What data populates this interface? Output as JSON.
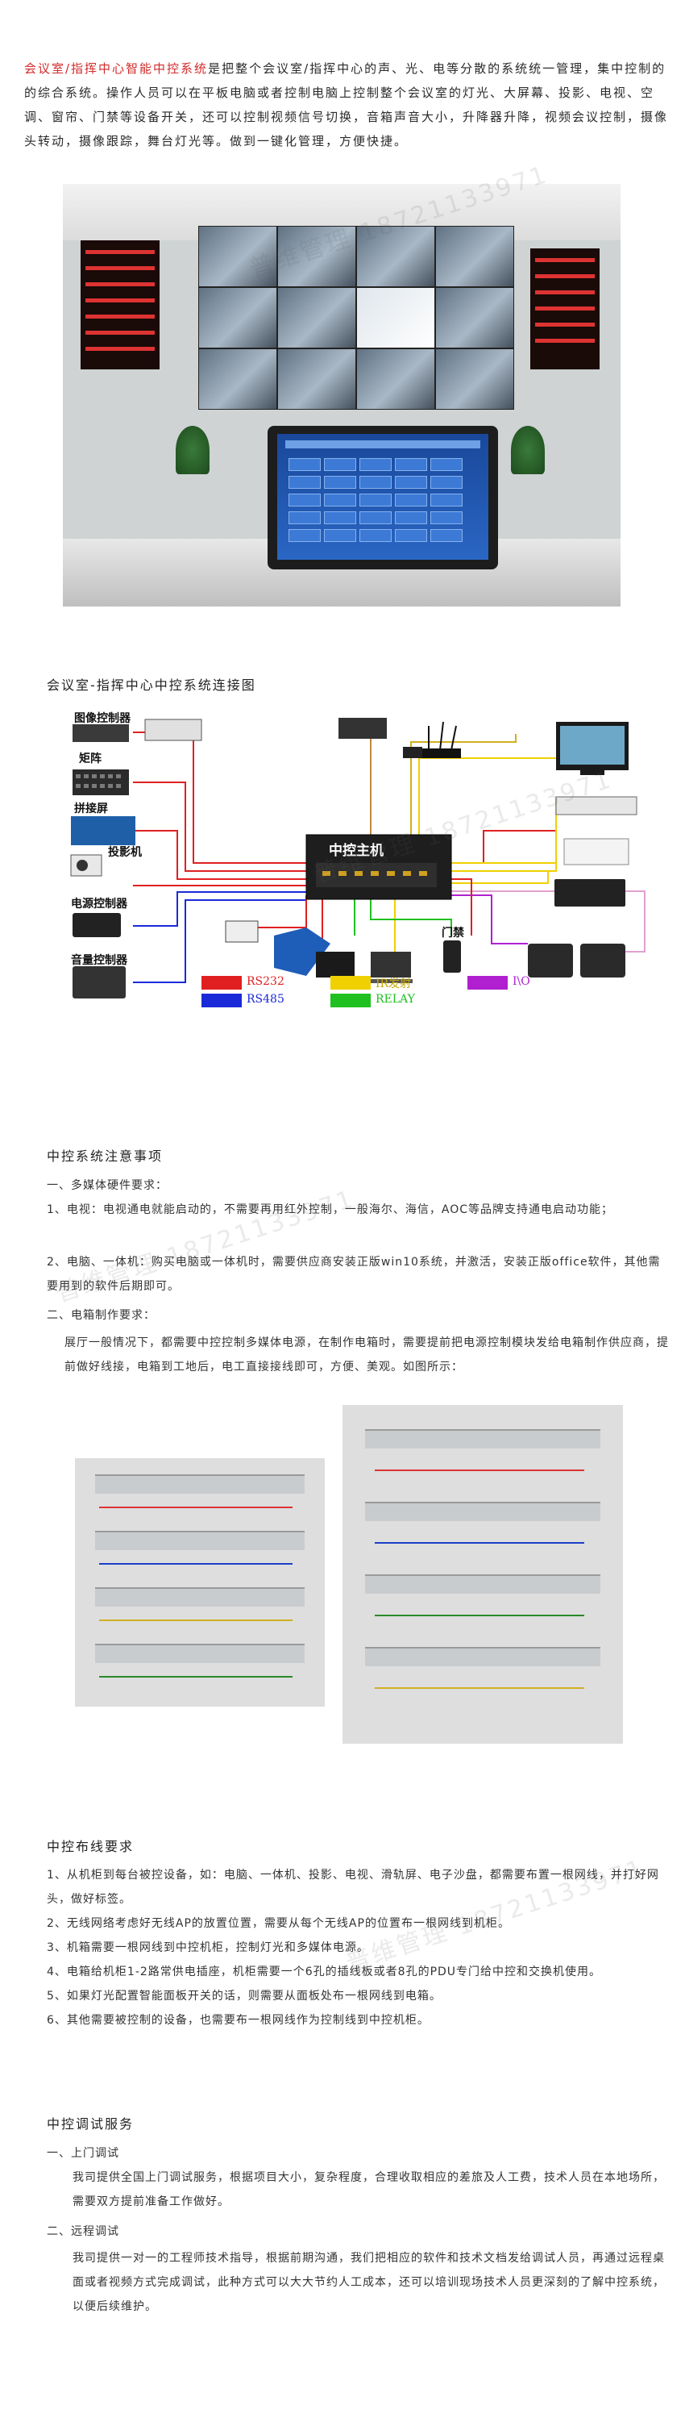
{
  "intro": {
    "highlight": "会议室/指挥中心智能中控系统",
    "body": "是把整个会议室/指挥中心的声、光、电等分散的系统统一管理，集中控制的的综合系统。操作人员可以在平板电脑或者控制电脑上控制整个会议室的灯光、大屏幕、投影、电视、空调、窗帘、门禁等设备开关，还可以控制视频信号切换，音箱声音大小，升降器升降，视频会议控制，摄像头转动，摄像跟踪，舞台灯光等。做到一键化管理，方便快捷。"
  },
  "diagram": {
    "title": "会议室-指挥中心中控系统连接图",
    "host_label": "中控主机",
    "devices": {
      "image_controller": "图像控制器",
      "matrix": "矩阵",
      "splice_screen": "拼接屏",
      "projector": "投影机",
      "power_controller": "电源控制器",
      "volume_controller": "音量控制器",
      "door_lock": "门禁"
    },
    "legend": [
      {
        "label": "RS232",
        "color": "#e02020"
      },
      {
        "label": "IR发射",
        "color": "#f0d000"
      },
      {
        "label": "I\\O",
        "color": "#b020d0"
      },
      {
        "label": "RS485",
        "color": "#1a2ad8"
      },
      {
        "label": "RELAY",
        "color": "#20c020"
      }
    ]
  },
  "notes": {
    "title": "中控系统注意事项",
    "s1": "一、多媒体硬件要求：",
    "i1": "1、电视：电视通电就能启动的，不需要再用红外控制，一般海尔、海信，AOC等品牌支持通电启动功能；",
    "i2": "2、电脑、一体机：购买电脑或一体机时，需要供应商安装正版win10系统，并激活，安装正版office软件，其他需要用到的软件后期即可。",
    "s2": "二、电箱制作要求：",
    "p2": "展厅一般情况下，都需要中控控制多媒体电源，在制作电箱时，需要提前把电源控制模块发给电箱制作供应商，提前做好线接，电箱到工地后，电工直接接线即可，方便、美观。如图所示："
  },
  "wiring": {
    "title": "中控布线要求",
    "items": [
      "1、从机柜到每台被控设备，如：电脑、一体机、投影、电视、滑轨屏、电子沙盘，都需要布置一根网线，并打好网头，做好标签。",
      "2、无线网络考虑好无线AP的放置位置，需要从每个无线AP的位置布一根网线到机柜。",
      "3、机箱需要一根网线到中控机柜，控制灯光和多媒体电源。",
      "4、电箱给机柜1-2路常供电插座，机柜需要一个6孔的插线板或者8孔的PDU专门给中控和交换机使用。",
      "5、如果灯光配置智能面板开关的话，则需要从面板处布一根网线到电箱。",
      "6、其他需要被控制的设备，也需要布一根网线作为控制线到中控机柜。"
    ]
  },
  "debug": {
    "title": "中控调试服务",
    "s1": "一、上门调试",
    "p1": "我司提供全国上门调试服务，根据项目大小，复杂程度，合理收取相应的差旅及人工费，技术人员在本地场所，需要双方提前准备工作做好。",
    "s2": "二、远程调试",
    "p2": "我司提供一对一的工程师技术指导，根据前期沟通，我们把相应的软件和技术文档发给调试人员，再通过远程桌面或者视频方式完成调试，此种方式可以大大节约人工成本，还可以培训现场技术人员更深刻的了解中控系统，以便后续维护。"
  },
  "watermark": "普维管理 18721133971"
}
